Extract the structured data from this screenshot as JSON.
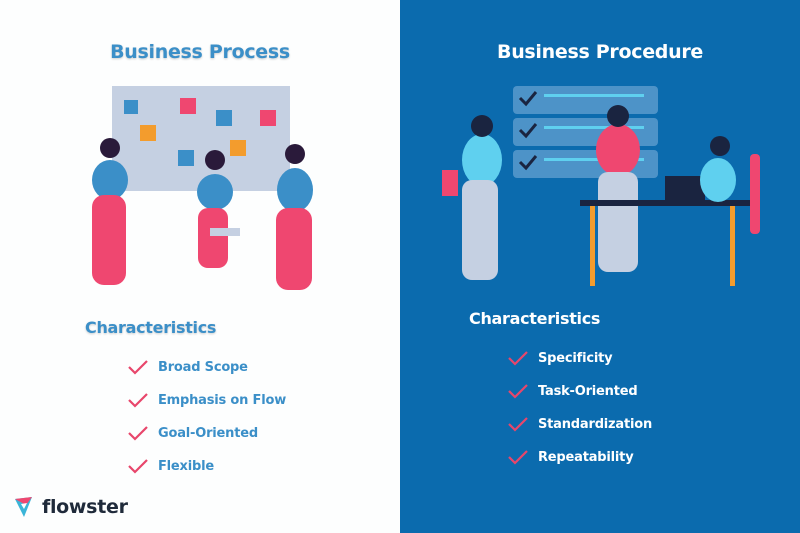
{
  "process": {
    "title": "Business Process",
    "characteristics_title": "Characteristics",
    "items": [
      "Broad Scope",
      "Emphasis on Flow",
      "Goal-Oriented",
      "Flexible"
    ]
  },
  "procedure": {
    "title": "Business Procedure",
    "characteristics_title": "Characteristics",
    "items": [
      "Specificity",
      "Task-Oriented",
      "Standardization",
      "Repeatability"
    ]
  },
  "brand": {
    "name": "flowster"
  },
  "colors": {
    "blue": "#0b6bae",
    "text_blue": "#3b8fc8",
    "check": "#e8466b"
  }
}
